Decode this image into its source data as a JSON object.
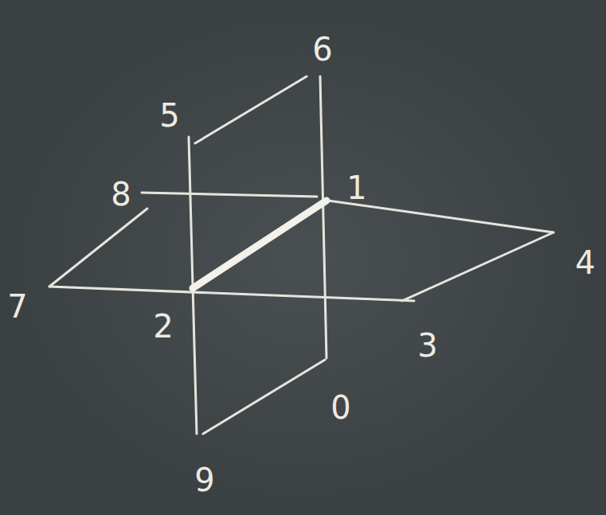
{
  "diagram": {
    "labels": [
      "6",
      "5",
      "8",
      "1",
      "4",
      "7",
      "2",
      "3",
      "0",
      "9"
    ]
  }
}
